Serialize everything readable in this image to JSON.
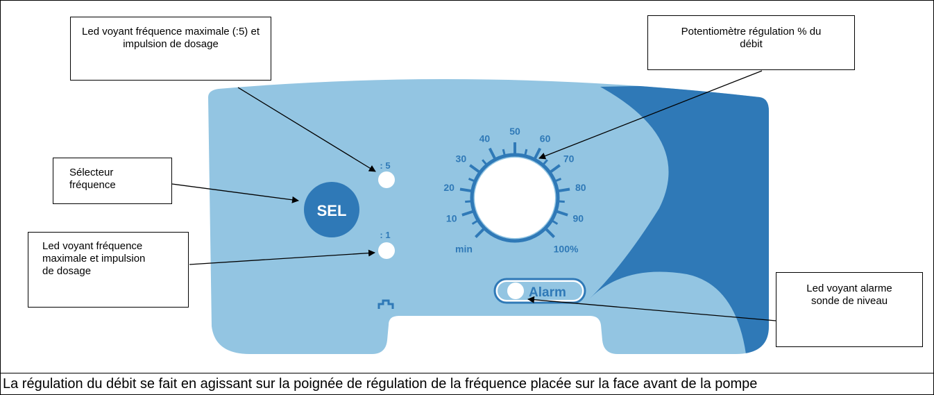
{
  "callouts": {
    "led_max_freq_top": "Led voyant fréquence maximale (:5) et impulsion de dosage",
    "potentiometer": "Potentiomètre régulation % du débit",
    "selector": "Sélecteur fréquence",
    "led_max_freq_bottom": "Led voyant fréquence maximale et impulsion de dosage",
    "alarm_led": "Led voyant alarme sonde de niveau"
  },
  "panel": {
    "sel_label": "SEL",
    "led_top_label": ": 5",
    "led_bottom_label": ": 1",
    "alarm_label": "Alarm",
    "dial_labels": [
      "min",
      "10",
      "20",
      "30",
      "40",
      "50",
      "60",
      "70",
      "80",
      "90",
      "100%"
    ]
  },
  "caption": "La régulation du débit se fait en agissant sur la poignée de régulation de la fréquence placée sur la face avant de la pompe",
  "colors": {
    "panel_light": "#93c5e2",
    "panel_dark": "#2f79b7",
    "accent_blue": "#2f79b7",
    "led_white": "#ffffff"
  }
}
